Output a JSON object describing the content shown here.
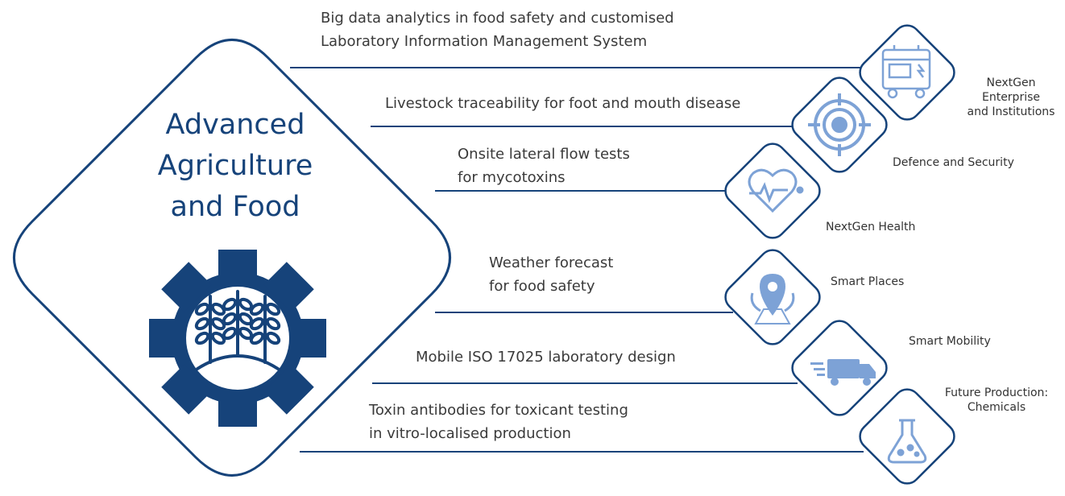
{
  "hub": {
    "title": "Advanced\nAgriculture\nand Food"
  },
  "captions": [
    {
      "text": "Big data analytics in food safety and customised\nLaboratory Information Management System"
    },
    {
      "text": "Livestock traceability for foot and mouth disease"
    },
    {
      "text": "Onsite lateral flow tests\nfor mycotoxins"
    },
    {
      "text": "Weather forecast\nfor food safety"
    },
    {
      "text": "Mobile ISO 17025 laboratory design"
    },
    {
      "text": "Toxin antibodies for toxicant testing\nin vitro-localised production"
    }
  ],
  "sectors": [
    {
      "label": "NextGen\nEnterprise\nand Institutions",
      "icon": "generator-icon"
    },
    {
      "label": "Defence and Security",
      "icon": "target-icon"
    },
    {
      "label": "NextGen Health",
      "icon": "heartbeat-icon"
    },
    {
      "label": "Smart Places",
      "icon": "map-pin-icon"
    },
    {
      "label": "Smart Mobility",
      "icon": "delivery-truck-icon"
    },
    {
      "label": "Future Production:\nChemicals",
      "icon": "flask-icon"
    }
  ],
  "colors": {
    "navy": "#16437a",
    "icon_fill": "#7da2d6",
    "text": "#3a3a3a"
  }
}
